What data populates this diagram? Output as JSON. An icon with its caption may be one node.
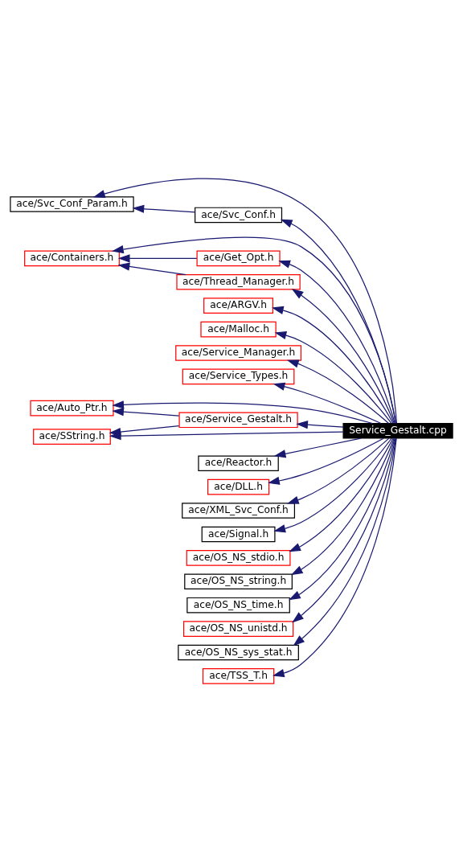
{
  "diagram": {
    "nodes": [
      {
        "text": [
          "ace/Svc_Conf_Param.h"
        ]
      },
      {
        "text": [
          "ace/Svc_Conf.h"
        ]
      },
      {
        "text": [
          "ace/Containers.h"
        ]
      },
      {
        "text": [
          "ace/Get_Opt.h"
        ]
      },
      {
        "text": [
          "ace/Thread_Manager.h"
        ]
      },
      {
        "text": [
          "ace/ARGV.h"
        ]
      },
      {
        "text": [
          "ace/Malloc.h"
        ]
      },
      {
        "text": [
          "ace/Service_Manager.h"
        ]
      },
      {
        "text": [
          "ace/Service_Types.h"
        ]
      },
      {
        "text": [
          "ace/Auto_Ptr.h"
        ]
      },
      {
        "text": [
          "ace/Service_Gestalt.h"
        ]
      },
      {
        "text": [
          "Service_Gestalt.cpp"
        ]
      },
      {
        "text": [
          "ace/SString.h"
        ]
      },
      {
        "text": [
          "ace/Reactor.h"
        ]
      },
      {
        "text": [
          "ace/DLL.h"
        ]
      },
      {
        "text": [
          "ace/XML_Svc_Conf.h"
        ]
      },
      {
        "text": [
          "ace/Signal.h"
        ]
      },
      {
        "text": [
          "ace/OS_NS_stdio.h"
        ]
      },
      {
        "text": [
          "ace/OS_NS_string.h"
        ]
      },
      {
        "text": [
          "ace/OS_NS_time.h"
        ]
      },
      {
        "text": [
          "ace/OS_NS_unistd.h"
        ]
      },
      {
        "text": [
          "ace/OS_NS_sys_stat.h"
        ]
      },
      {
        "text": [
          "ace/TSS_T.h"
        ]
      }
    ],
    "edges": [
      {
        "from": 11,
        "to": 0,
        "arrow": "to"
      },
      {
        "from": 11,
        "to": 1,
        "arrow": "to"
      },
      {
        "from": 1,
        "to": 0,
        "arrow": "to"
      },
      {
        "from": 11,
        "to": 2,
        "arrow": "to"
      },
      {
        "from": 11,
        "to": 3,
        "arrow": "to"
      },
      {
        "from": 3,
        "to": 2,
        "arrow": "to"
      },
      {
        "from": 11,
        "to": 4,
        "arrow": "to"
      },
      {
        "from": 4,
        "to": 2,
        "arrow": "to"
      },
      {
        "from": 11,
        "to": 5,
        "arrow": "to"
      },
      {
        "from": 11,
        "to": 6,
        "arrow": "to"
      },
      {
        "from": 11,
        "to": 7,
        "arrow": "to"
      },
      {
        "from": 11,
        "to": 8,
        "arrow": "to"
      },
      {
        "from": 11,
        "to": 9,
        "arrow": "to"
      },
      {
        "from": 11,
        "to": 10,
        "arrow": "to"
      },
      {
        "from": 10,
        "to": 9,
        "arrow": "to"
      },
      {
        "from": 10,
        "to": 12,
        "arrow": "to"
      },
      {
        "from": 11,
        "to": 12,
        "arrow": "to"
      },
      {
        "from": 11,
        "to": 13,
        "arrow": "to"
      },
      {
        "from": 11,
        "to": 14,
        "arrow": "to"
      },
      {
        "from": 11,
        "to": 15,
        "arrow": "to"
      },
      {
        "from": 11,
        "to": 16,
        "arrow": "to"
      },
      {
        "from": 11,
        "to": 17,
        "arrow": "to"
      },
      {
        "from": 11,
        "to": 18,
        "arrow": "to"
      },
      {
        "from": 11,
        "to": 19,
        "arrow": "to"
      },
      {
        "from": 11,
        "to": 20,
        "arrow": "to"
      },
      {
        "from": 11,
        "to": 21,
        "arrow": "to"
      },
      {
        "from": 11,
        "to": 22,
        "arrow": "to"
      }
    ]
  }
}
